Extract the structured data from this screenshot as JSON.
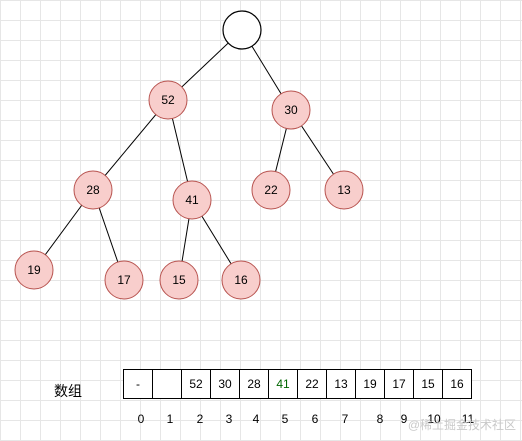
{
  "tree": {
    "root_label": "",
    "nodes": [
      {
        "id": "n52",
        "label": "52"
      },
      {
        "id": "n30",
        "label": "30"
      },
      {
        "id": "n28",
        "label": "28"
      },
      {
        "id": "n41",
        "label": "41"
      },
      {
        "id": "n22",
        "label": "22"
      },
      {
        "id": "n13",
        "label": "13"
      },
      {
        "id": "n19",
        "label": "19"
      },
      {
        "id": "n17",
        "label": "17"
      },
      {
        "id": "n15",
        "label": "15"
      },
      {
        "id": "n16",
        "label": "16"
      }
    ],
    "edges": [
      [
        "root",
        "n52"
      ],
      [
        "root",
        "n30"
      ],
      [
        "n52",
        "n28"
      ],
      [
        "n52",
        "n41"
      ],
      [
        "n30",
        "n22"
      ],
      [
        "n30",
        "n13"
      ],
      [
        "n28",
        "n19"
      ],
      [
        "n28",
        "n17"
      ],
      [
        "n41",
        "n15"
      ],
      [
        "n41",
        "n16"
      ]
    ],
    "node_fill": "#f8cecc",
    "node_stroke": "#b85450",
    "root_fill": "#ffffff",
    "root_stroke": "#000000",
    "edge_color": "#000000"
  },
  "array": {
    "label": "数组",
    "cells": [
      "-",
      "",
      "52",
      "30",
      "28",
      "41",
      "22",
      "13",
      "19",
      "17",
      "15",
      "16"
    ],
    "highlight_cell_color": "#006600",
    "highlight_cell_index": 5,
    "indices": [
      "0",
      "1",
      "2",
      "3",
      "4",
      "5",
      "6",
      "7",
      "8",
      "9",
      "10",
      "11"
    ]
  },
  "watermark": "@稀土掘金技术社区"
}
